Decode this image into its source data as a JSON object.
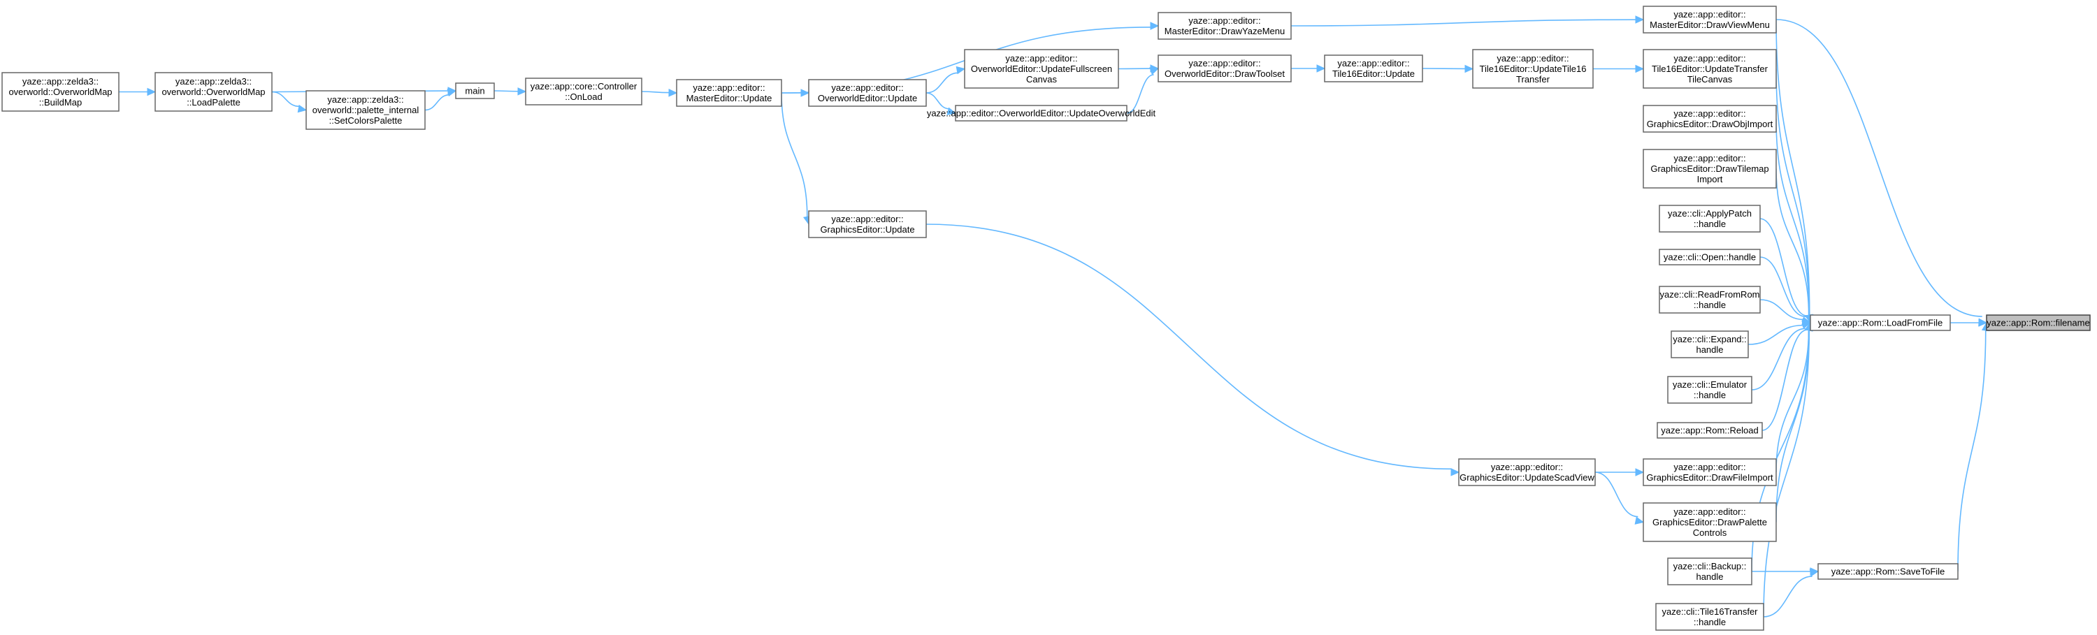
{
  "graph": {
    "nodes": [
      {
        "id": "filename",
        "lines": [
          "yaze::app::Rom::filename"
        ],
        "root": true
      },
      {
        "id": "loadfromfile",
        "lines": [
          "yaze::app::Rom::LoadFromFile"
        ]
      },
      {
        "id": "savetofile",
        "lines": [
          "yaze::app::Rom::SaveToFile"
        ]
      },
      {
        "id": "drawviewmenu",
        "lines": [
          "yaze::app::editor::",
          "MasterEditor::DrawViewMenu"
        ]
      },
      {
        "id": "updatetransfer",
        "lines": [
          "yaze::app::editor::",
          "Tile16Editor::UpdateTransfer",
          "TileCanvas"
        ]
      },
      {
        "id": "drawobjimport",
        "lines": [
          "yaze::app::editor::",
          "GraphicsEditor::DrawObjImport"
        ]
      },
      {
        "id": "drawtilemapimport",
        "lines": [
          "yaze::app::editor::",
          "GraphicsEditor::DrawTilemap",
          "Import"
        ]
      },
      {
        "id": "applypatch",
        "lines": [
          "yaze::cli::ApplyPatch",
          "::handle"
        ]
      },
      {
        "id": "open",
        "lines": [
          "yaze::cli::Open::handle"
        ]
      },
      {
        "id": "readfromrom",
        "lines": [
          "yaze::cli::ReadFromRom",
          "::handle"
        ]
      },
      {
        "id": "expand",
        "lines": [
          "yaze::cli::Expand::",
          "handle"
        ]
      },
      {
        "id": "emulator",
        "lines": [
          "yaze::cli::Emulator",
          "::handle"
        ]
      },
      {
        "id": "reload",
        "lines": [
          "yaze::app::Rom::Reload"
        ]
      },
      {
        "id": "drawfileimport",
        "lines": [
          "yaze::app::editor::",
          "GraphicsEditor::DrawFileImport"
        ]
      },
      {
        "id": "drawpalettecontrols",
        "lines": [
          "yaze::app::editor::",
          "GraphicsEditor::DrawPalette",
          "Controls"
        ]
      },
      {
        "id": "backup",
        "lines": [
          "yaze::cli::Backup::",
          "handle"
        ]
      },
      {
        "id": "tile16transfer",
        "lines": [
          "yaze::cli::Tile16Transfer",
          "::handle"
        ]
      },
      {
        "id": "drawyazemenu",
        "lines": [
          "yaze::app::editor::",
          "MasterEditor::DrawYazeMenu"
        ]
      },
      {
        "id": "updatetile16transfer",
        "lines": [
          "yaze::app::editor::",
          "Tile16Editor::UpdateTile16",
          "Transfer"
        ]
      },
      {
        "id": "tile16update",
        "lines": [
          "yaze::app::editor::",
          "Tile16Editor::Update"
        ]
      },
      {
        "id": "drawtoolset",
        "lines": [
          "yaze::app::editor::",
          "OverworldEditor::DrawToolset"
        ]
      },
      {
        "id": "updatefullscreen",
        "lines": [
          "yaze::app::editor::",
          "OverworldEditor::UpdateFullscreen",
          "Canvas"
        ]
      },
      {
        "id": "updateoverworldedit",
        "lines": [
          "yaze::app::editor::OverworldEditor::UpdateOverworldEdit"
        ]
      },
      {
        "id": "overworldupdate",
        "lines": [
          "yaze::app::editor::",
          "OverworldEditor::Update"
        ]
      },
      {
        "id": "masterupdate",
        "lines": [
          "yaze::app::editor::",
          "MasterEditor::Update"
        ]
      },
      {
        "id": "onload",
        "lines": [
          "yaze::app::core::Controller",
          "::OnLoad"
        ]
      },
      {
        "id": "main",
        "lines": [
          "main"
        ]
      },
      {
        "id": "loadpalette",
        "lines": [
          "yaze::app::zelda3::",
          "overworld::OverworldMap",
          "::LoadPalette"
        ]
      },
      {
        "id": "setcolorspalette",
        "lines": [
          "yaze::app::zelda3::",
          "overworld::palette_internal",
          "::SetColorsPalette"
        ]
      },
      {
        "id": "buildmap",
        "lines": [
          "yaze::app::zelda3::",
          "overworld::OverworldMap",
          "::BuildMap"
        ]
      },
      {
        "id": "graphicsupdate",
        "lines": [
          "yaze::app::editor::",
          "GraphicsEditor::Update"
        ]
      },
      {
        "id": "updatescadview",
        "lines": [
          "yaze::app::editor::",
          "GraphicsEditor::UpdateScadView"
        ]
      }
    ],
    "edges": [
      [
        "loadfromfile",
        "filename"
      ],
      [
        "savetofile",
        "filename"
      ],
      [
        "drawviewmenu",
        "filename"
      ],
      [
        "drawviewmenu",
        "loadfromfile"
      ],
      [
        "updatetransfer",
        "loadfromfile"
      ],
      [
        "drawobjimport",
        "loadfromfile"
      ],
      [
        "drawtilemapimport",
        "loadfromfile"
      ],
      [
        "applypatch",
        "loadfromfile"
      ],
      [
        "open",
        "loadfromfile"
      ],
      [
        "readfromrom",
        "loadfromfile"
      ],
      [
        "expand",
        "loadfromfile"
      ],
      [
        "emulator",
        "loadfromfile"
      ],
      [
        "reload",
        "loadfromfile"
      ],
      [
        "drawfileimport",
        "loadfromfile"
      ],
      [
        "drawpalettecontrols",
        "loadfromfile"
      ],
      [
        "backup",
        "loadfromfile"
      ],
      [
        "tile16transfer",
        "loadfromfile"
      ],
      [
        "backup",
        "savetofile"
      ],
      [
        "tile16transfer",
        "savetofile"
      ],
      [
        "drawyazemenu",
        "drawviewmenu"
      ],
      [
        "updatetile16transfer",
        "updatetransfer"
      ],
      [
        "tile16update",
        "updatetile16transfer"
      ],
      [
        "drawtoolset",
        "tile16update"
      ],
      [
        "updatefullscreen",
        "drawtoolset"
      ],
      [
        "updateoverworldedit",
        "drawtoolset"
      ],
      [
        "overworldupdate",
        "updatefullscreen"
      ],
      [
        "overworldupdate",
        "updateoverworldedit"
      ],
      [
        "masterupdate",
        "overworldupdate"
      ],
      [
        "masterupdate",
        "drawyazemenu"
      ],
      [
        "masterupdate",
        "graphicsupdate"
      ],
      [
        "onload",
        "masterupdate"
      ],
      [
        "main",
        "onload"
      ],
      [
        "loadpalette",
        "main"
      ],
      [
        "setcolorspalette",
        "main"
      ],
      [
        "loadpalette",
        "setcolorspalette"
      ],
      [
        "buildmap",
        "loadpalette"
      ],
      [
        "graphicsupdate",
        "updatescadview"
      ],
      [
        "updatescadview",
        "drawfileimport"
      ],
      [
        "updatescadview",
        "drawpalettecontrols"
      ]
    ]
  },
  "colors": {
    "edge": "#63b8ff",
    "node_border": "#666666",
    "root_fill": "#bfbfbf"
  }
}
